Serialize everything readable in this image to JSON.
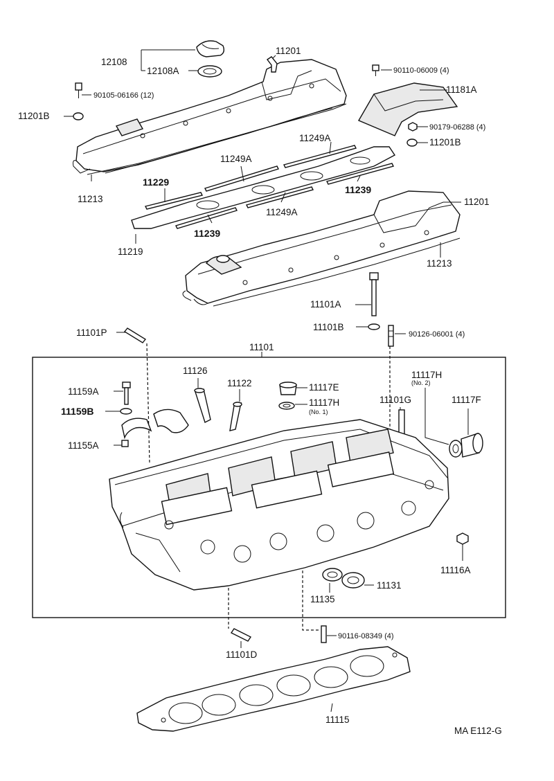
{
  "diagram": {
    "code": "MA  E112-G",
    "labels": {
      "p12108": "12108",
      "p12108A": "12108A",
      "p11201_top": "11201",
      "p90105": "90105-06166 (12)",
      "p11201B_left": "11201B",
      "p11213_left": "11213",
      "p90110": "90110-06009 (4)",
      "p11181A": "11181A",
      "p90179": "90179-06288 (4)",
      "p11201B_right": "11201B",
      "p11249A_top": "11249A",
      "p11249A_mid": "11249A",
      "p11249A_low": "11249A",
      "p11229": "11229",
      "p11239_right": "11239",
      "p11239_left": "11239",
      "p11219": "11219",
      "p11201_right": "11201",
      "p11213_right": "11213",
      "p11101A": "11101A",
      "p11101B": "11101B",
      "p90126": "90126-06001 (4)",
      "p11101P": "11101P",
      "p11101": "11101",
      "p11126": "11126",
      "p11122": "11122",
      "p11117E": "11117E",
      "p11117H_mid": "11117H",
      "p11117H_mid_sub": "(No. 1)",
      "p11117H_right": "11117H",
      "p11117H_right_sub": "(No. 2)",
      "p11101G": "11101G",
      "p11117F": "11117F",
      "p11159A": "11159A",
      "p11159B": "11159B",
      "p11155A": "11155A",
      "p11116A": "11116A",
      "p11135": "11135",
      "p11131": "11131",
      "p11101D": "11101D",
      "p90116": "90116-08349 (4)",
      "p11115": "11115"
    }
  }
}
